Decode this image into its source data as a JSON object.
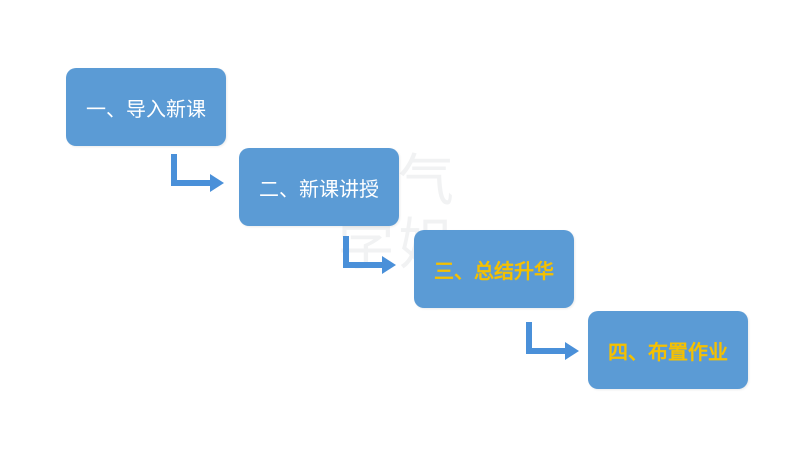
{
  "steps": [
    {
      "label": "一、导入新课",
      "color": "#ffffff"
    },
    {
      "label": "二、新课讲授",
      "color": "#ffffff"
    },
    {
      "label": "三、总结升华",
      "color": "#f5c000"
    },
    {
      "label": "四、布置作业",
      "color": "#f5c000"
    }
  ],
  "colors": {
    "box": "#5b9bd5",
    "arrow": "#4a90d9"
  },
  "watermark": "机气学姐"
}
